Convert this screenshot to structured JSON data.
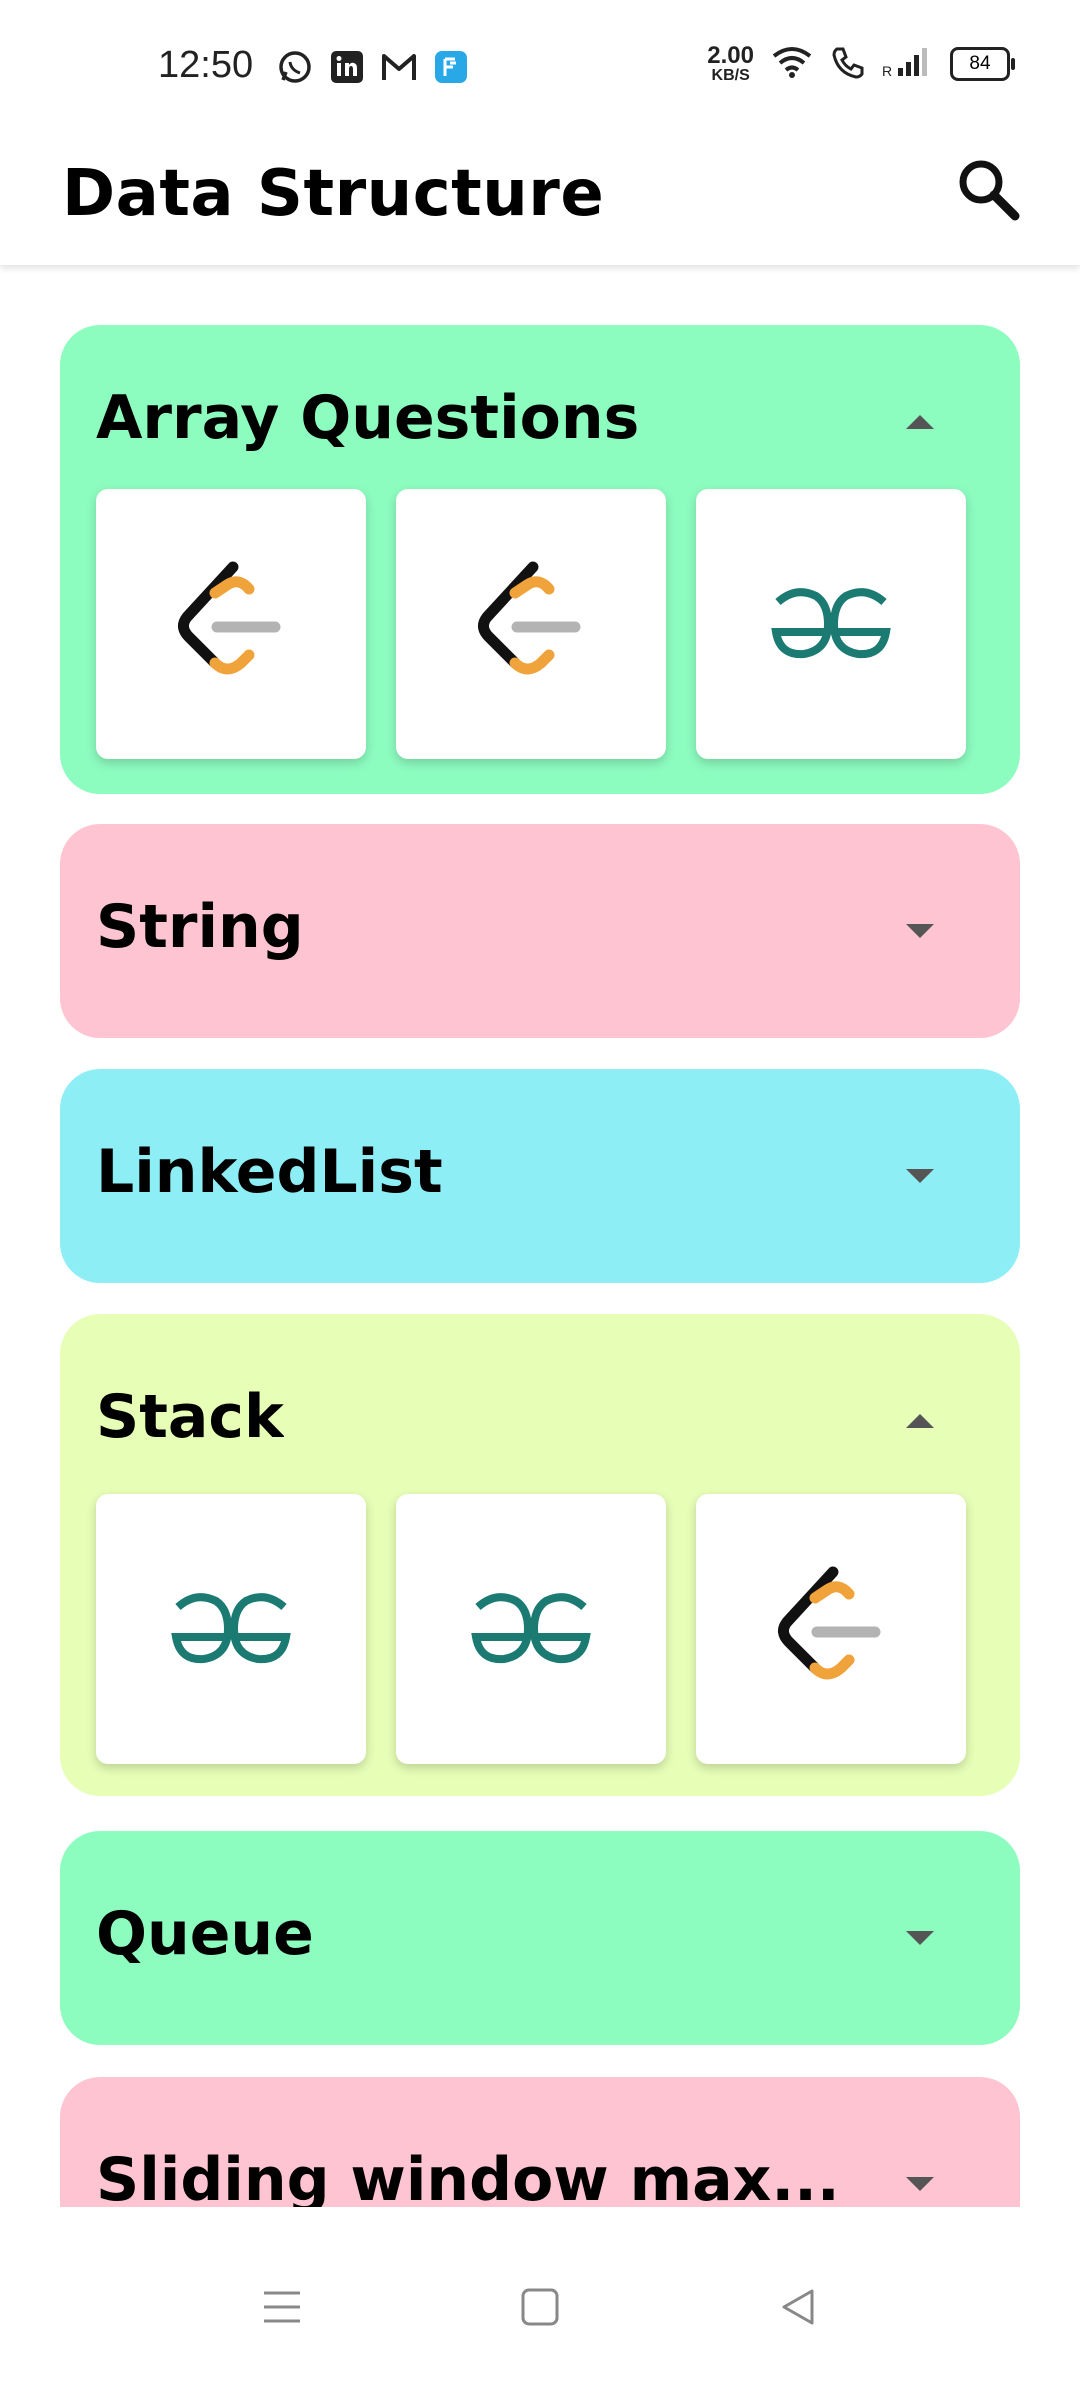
{
  "status_bar": {
    "time": "12:50",
    "left_icons": [
      "whatsapp-icon",
      "linkedin-icon",
      "gmail-icon",
      "app-notification-icon"
    ],
    "net_speed_value": "2.00",
    "net_speed_unit": "KB/S",
    "battery": "84"
  },
  "app_bar": {
    "title": "Data Structure",
    "search_icon": "search-icon"
  },
  "sections": [
    {
      "title": "Array Questions",
      "color": "#8dfcbf",
      "expanded": true,
      "links": [
        "leetcode-logo",
        "leetcode-logo",
        "geeksforgeeks-logo"
      ]
    },
    {
      "title": "String",
      "color": "#fec4d2",
      "expanded": false
    },
    {
      "title": "LinkedList",
      "color": "#8deef6",
      "expanded": false
    },
    {
      "title": "Stack",
      "color": "#e6feb6",
      "expanded": true,
      "links": [
        "geeksforgeeks-logo",
        "geeksforgeeks-logo",
        "leetcode-logo"
      ]
    },
    {
      "title": "Queue",
      "color": "#8dfcbf",
      "expanded": false
    },
    {
      "title": "Sliding window max...",
      "color": "#fec4d2",
      "expanded": false
    }
  ],
  "nav_bar": {
    "icons": [
      "menu-icon",
      "home-icon",
      "back-icon"
    ]
  }
}
